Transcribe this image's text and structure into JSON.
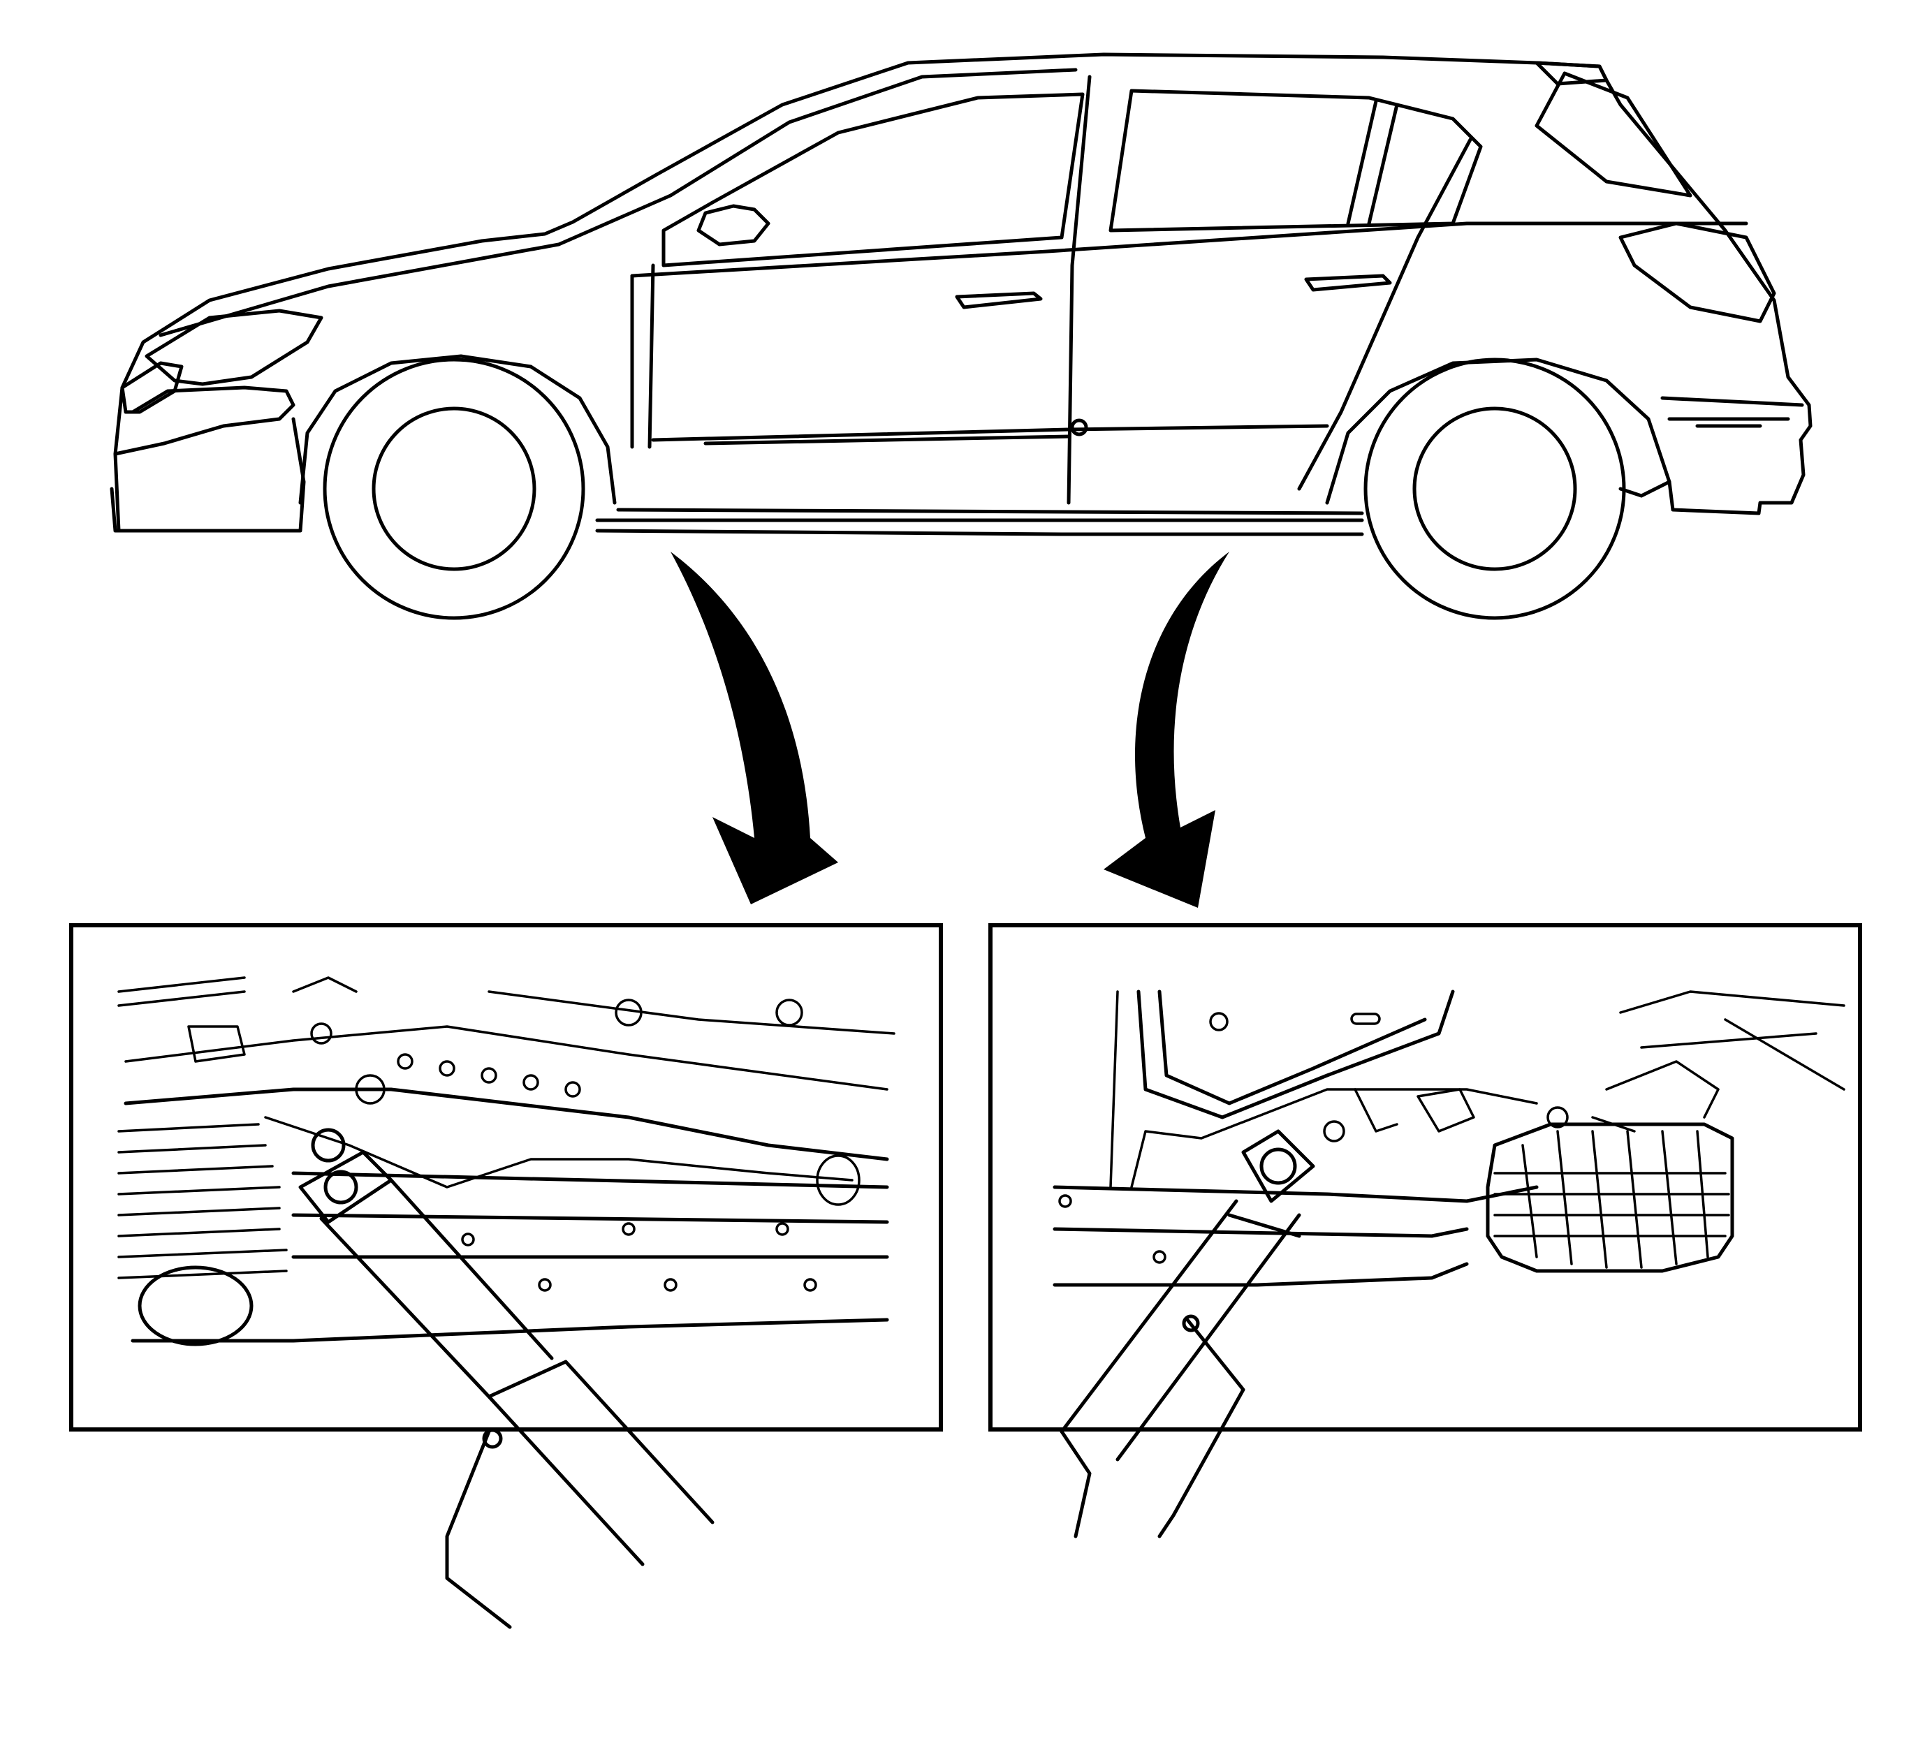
{
  "diagram": {
    "subject": "hatchback-car-side-view",
    "arrow_color": "#000000",
    "line_color": "#000000",
    "background_color": "#ffffff",
    "callouts": [
      {
        "id": "front-jack-point",
        "icon": "curved-arrow-down"
      },
      {
        "id": "rear-jack-point",
        "icon": "curved-arrow-down"
      }
    ],
    "detail_views": [
      {
        "id": "front-lift-point-detail"
      },
      {
        "id": "rear-lift-point-detail"
      }
    ]
  }
}
